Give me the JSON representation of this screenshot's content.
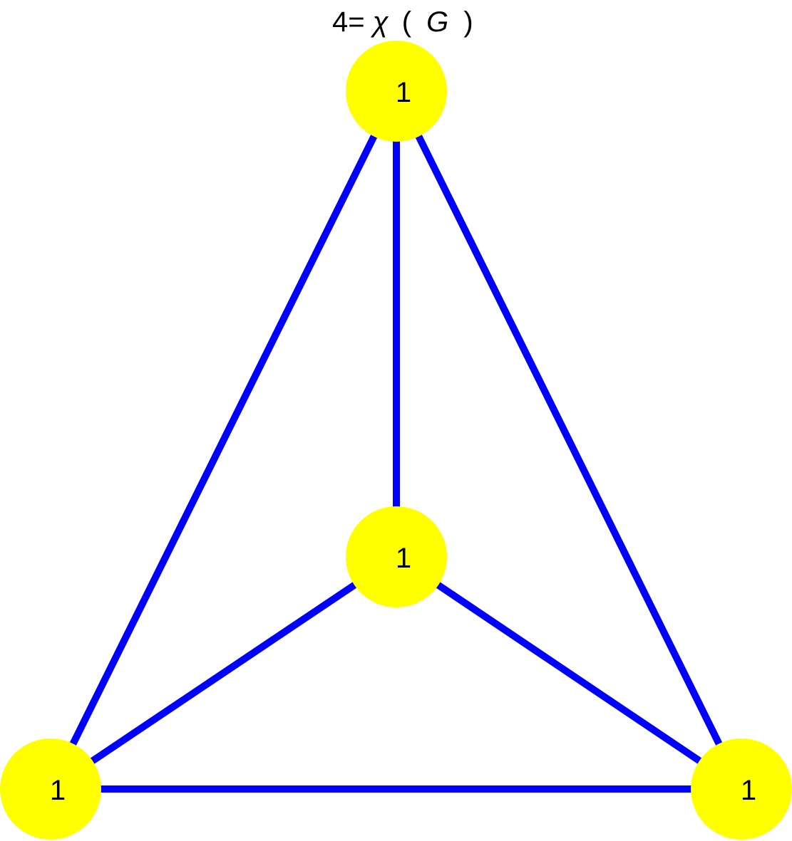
{
  "title": {
    "prefix": "4=",
    "chi": "χ",
    "open_paren": "(",
    "graph_symbol": "G",
    "close_paren": ")"
  },
  "colors": {
    "edge": "#0000ff",
    "node_fill": "#ffff00",
    "label": "#000000",
    "background": "#ffffff"
  },
  "nodes": [
    {
      "id": "top",
      "label": "1"
    },
    {
      "id": "center",
      "label": "1"
    },
    {
      "id": "bottom-left",
      "label": "1"
    },
    {
      "id": "bottom-right",
      "label": "1"
    }
  ],
  "edges": [
    {
      "from": "top",
      "to": "center"
    },
    {
      "from": "top",
      "to": "bottom-left"
    },
    {
      "from": "top",
      "to": "bottom-right"
    },
    {
      "from": "center",
      "to": "bottom-left"
    },
    {
      "from": "center",
      "to": "bottom-right"
    },
    {
      "from": "bottom-left",
      "to": "bottom-right"
    }
  ]
}
